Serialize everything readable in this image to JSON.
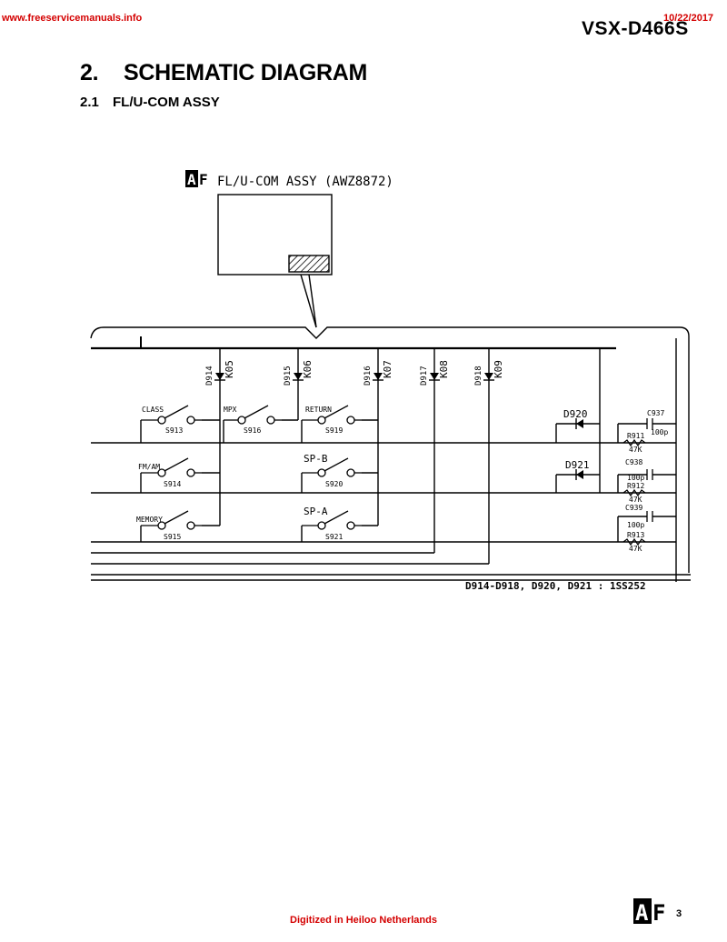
{
  "header": {
    "link": "www.freeservicemanuals.info",
    "date": "10/22/2017",
    "model": "VSX-D466S"
  },
  "section": {
    "number": "2.",
    "title": "SCHEMATIC DIAGRAM"
  },
  "subsection": {
    "number": "2.1",
    "title": "FL/U-COM ASSY"
  },
  "assembly": {
    "badge": "AF",
    "label": "FL/U-COM ASSY (AWZ8872)"
  },
  "diodes": [
    {
      "ref": "D914",
      "pin": "K05"
    },
    {
      "ref": "D915",
      "pin": "K06"
    },
    {
      "ref": "D916",
      "pin": "K07"
    },
    {
      "ref": "D917",
      "pin": "K08"
    },
    {
      "ref": "D918",
      "pin": "K09"
    }
  ],
  "switches": [
    {
      "label": "CLASS",
      "ref": "S913"
    },
    {
      "label": "MPX",
      "ref": "S916"
    },
    {
      "label": "RETURN",
      "ref": "S919"
    },
    {
      "label": "FM/AM",
      "ref": "S914"
    },
    {
      "label": "SP-B",
      "ref": "S920"
    },
    {
      "label": "MEMORY",
      "ref": "S915"
    },
    {
      "label": "SP-A",
      "ref": "S921"
    }
  ],
  "right_diodes": [
    "D920",
    "D921"
  ],
  "rc_network": [
    {
      "cap": "C937",
      "capval": "100p",
      "res": "R911",
      "resval": "47K"
    },
    {
      "cap": "C938",
      "capval": "100p",
      "res": "R912",
      "resval": "47K"
    },
    {
      "cap": "C939",
      "capval": "100p",
      "res": "R913",
      "resval": "47K"
    }
  ],
  "note": "D914-D918, D920, D921 : 1SS252",
  "footer": {
    "credit": "Digitized in Heiloo Netherlands",
    "badge": "AF",
    "page": "3"
  }
}
